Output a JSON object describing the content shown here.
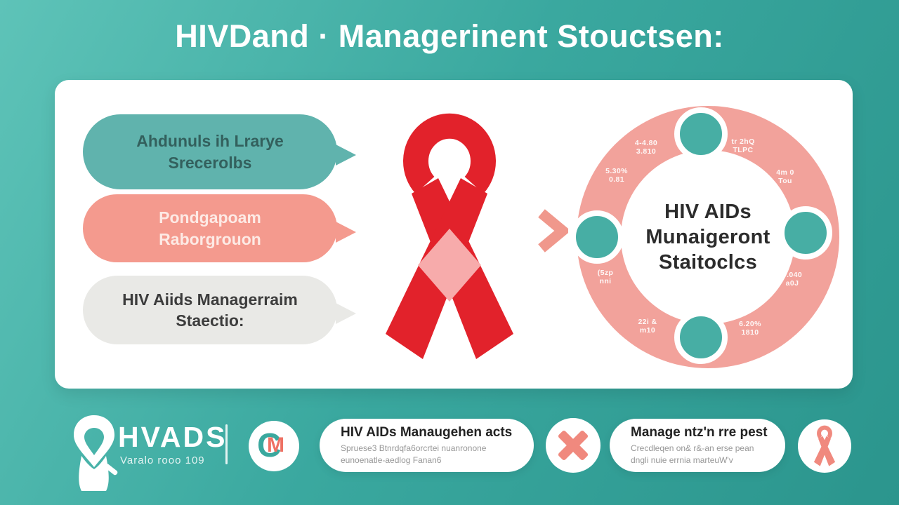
{
  "title": "HIVDand · Managerinent Stouctsen:",
  "bubbles": [
    {
      "line1": "Ahdunuls ih Lrarye",
      "line2": "Srecerolbs"
    },
    {
      "line1": "Pondgapoam",
      "line2": "Raborgrouon"
    },
    {
      "line1": "HIV Aiids Managerraim",
      "line2": "Staectio:"
    }
  ],
  "cycle": {
    "center": [
      "HIV AIDs",
      "Munaigeront",
      "Staitoclcs"
    ],
    "labels": [
      {
        "l1": "4-4.80",
        "l2": "3.810"
      },
      {
        "l1": "5.30%",
        "l2": "0.81"
      },
      {
        "l1": "tr 2hQ",
        "l2": "TLPC"
      },
      {
        "l1": "4m 0",
        "l2": "Tou"
      },
      {
        "l1": "(5zp",
        "l2": "nni"
      },
      {
        "l1": "22i &",
        "l2": "m10"
      },
      {
        "l1": "6.20%",
        "l2": "1810"
      },
      {
        "l1": "9.040",
        "l2": "a0J"
      }
    ]
  },
  "footer": {
    "brand": {
      "name": "HVADS",
      "tagline": "Varalo rooo 109"
    },
    "monogram": {
      "c": "C",
      "m": "M"
    },
    "cards": [
      {
        "title": "HIV AIDs Manaugehen acts",
        "line1": "Spruese3 Btnrdqfa6orcrtei nuanronone",
        "line2": "eunoenatle-aedlog Fanan6"
      },
      {
        "title": "Manage ntz'n rre pest",
        "line1": "Crecdleqen on& r&-an erse pean",
        "line2": "dngli nuie errnia marteuW'v"
      }
    ]
  },
  "icons": {
    "big_ribbon": "red-awareness-ribbon",
    "arrow": "chevron-right",
    "person": "person-with-ribbon",
    "monogram": "cm-monogram",
    "x_mark": "x-cross",
    "ribbon_badge": "pink-awareness-ribbon"
  },
  "colors": {
    "background_light": "#5ec3b8",
    "background_dark": "#2b958d",
    "card": "#ffffff",
    "bubble_teal": "#60b3ad",
    "bubble_pink": "#f49a8e",
    "bubble_gray": "#e9e9e6",
    "ribbon_red": "#e2222b",
    "ribbon_diamond": "#f7abab",
    "ring_pink": "#f2a29b",
    "node_teal": "#47aea4",
    "accent_salmon": "#f0897e"
  }
}
